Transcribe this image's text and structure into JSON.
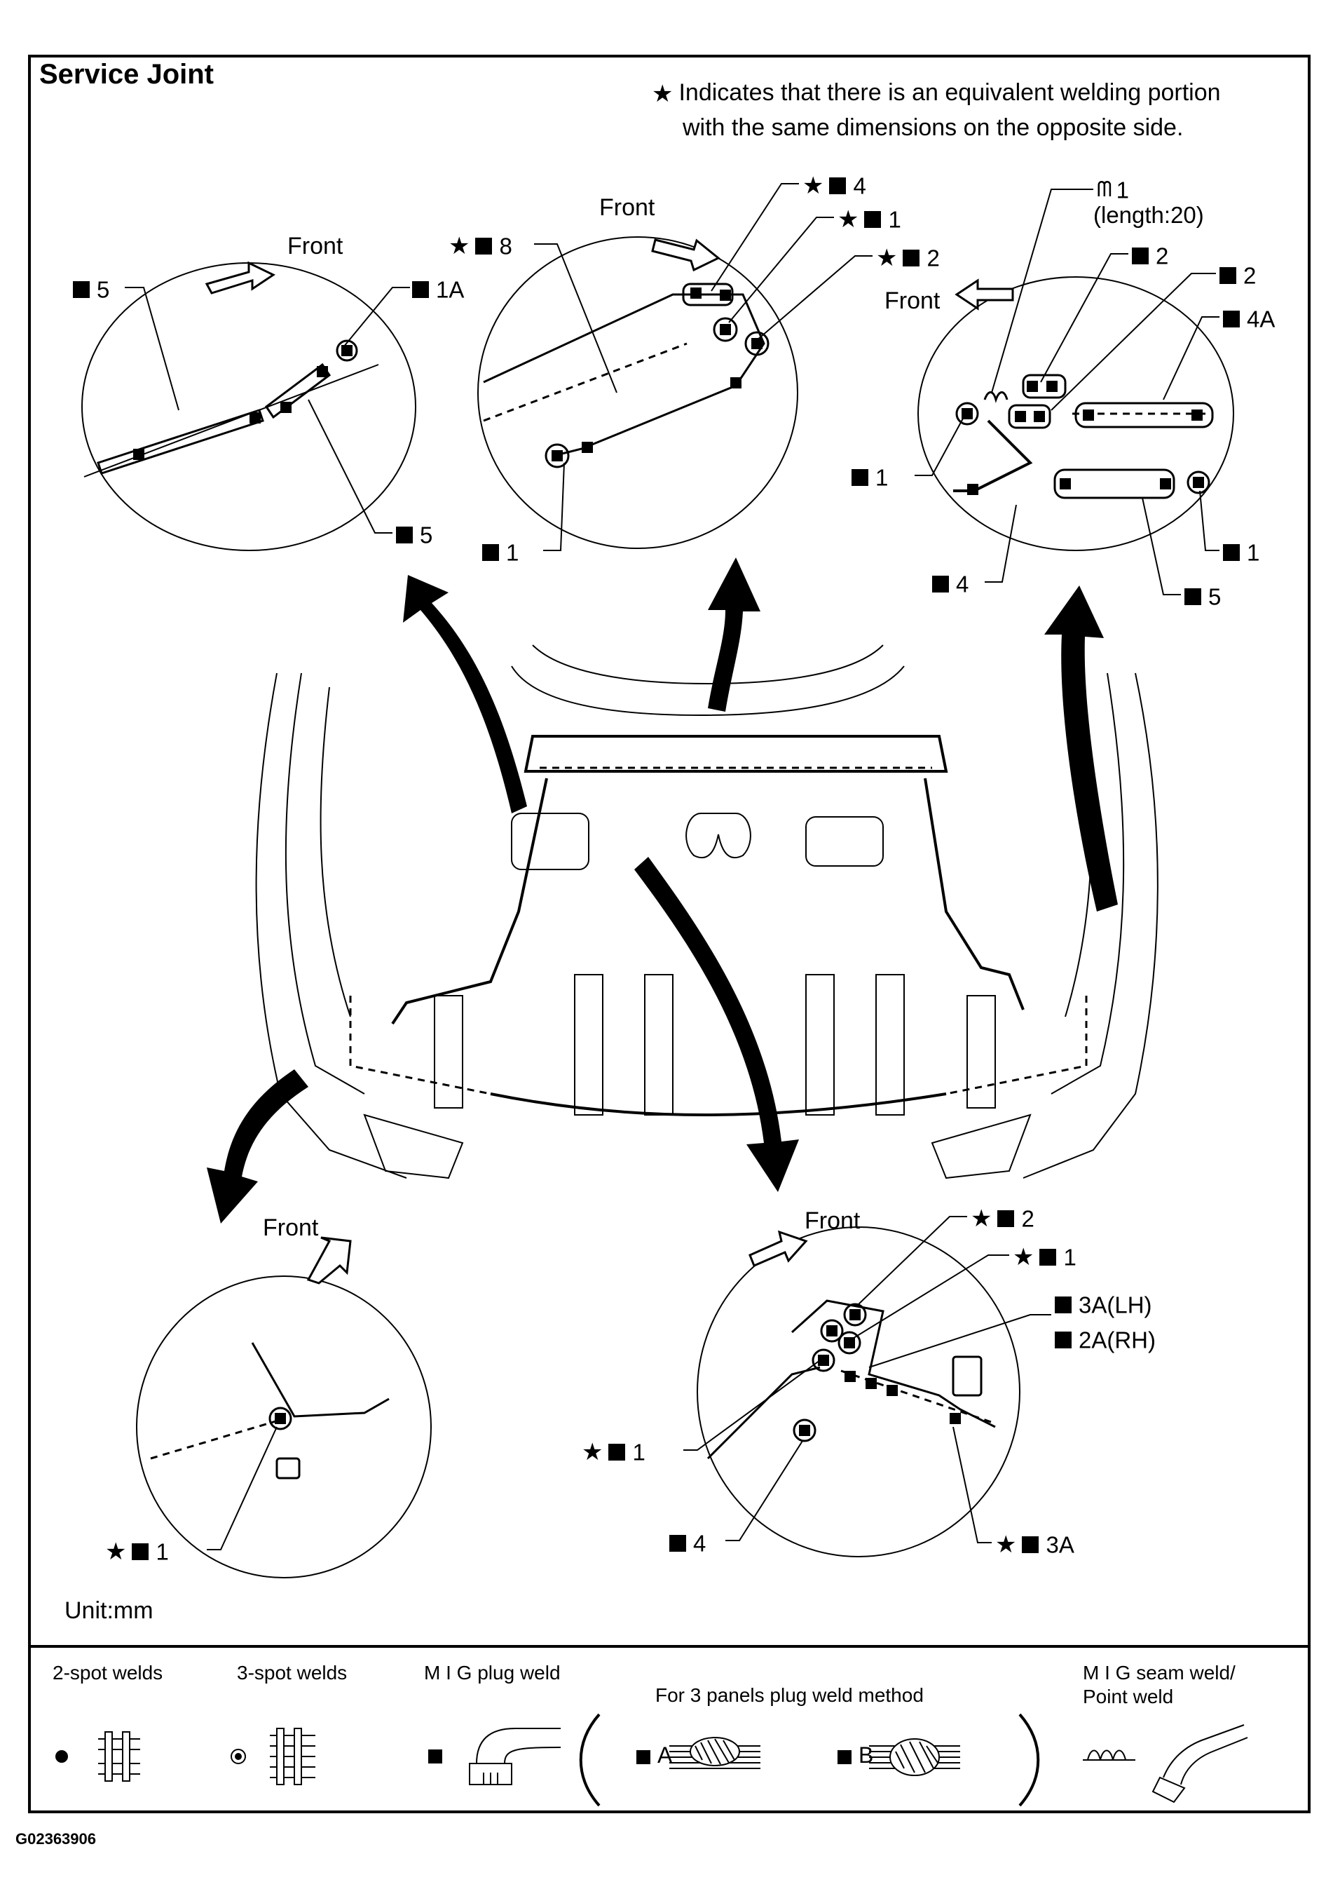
{
  "title": "Service Joint",
  "note": {
    "line1": "Indicates that there is an equivalent welding portion",
    "line2": "with the same dimensions on the opposite side."
  },
  "unit": "Unit:mm",
  "figure_id": "G02363906",
  "front_label": "Front",
  "callouts": {
    "tl_5a": "5",
    "tl_1a": "1A",
    "tl_5b": "5",
    "tc_8": "8",
    "tc_4": "4",
    "tc_1a": "1",
    "tc_2": "2",
    "tc_1b": "1",
    "tr_1": "1",
    "tr_length": "(length:20)",
    "tr_2a": "2",
    "tr_2b": "2",
    "tr_4a": "4A",
    "tr_1b": "1",
    "tr_1c": "1",
    "tr_4": "4",
    "tr_5": "5",
    "bl_1": "1",
    "br_2": "2",
    "br_1a": "1",
    "br_3alh": "3A(LH)",
    "br_2arh": "2A(RH)",
    "br_1b": "1",
    "br_4": "4",
    "br_3a": "3A"
  },
  "legend": {
    "two_spot": "2-spot welds",
    "three_spot": "3-spot welds",
    "mig_plug": "M I G plug weld",
    "three_panels": "For 3 panels plug weld method",
    "method_a": "A",
    "method_b": "B",
    "mig_seam_1": "M I G seam weld/",
    "mig_seam_2": "Point weld"
  }
}
